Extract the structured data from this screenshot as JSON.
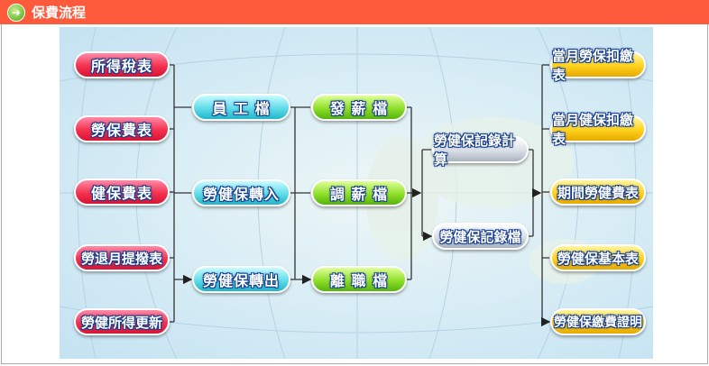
{
  "header": {
    "title": "保費流程",
    "icon": "arrow-right-circle-icon"
  },
  "col1": [
    "所得稅表",
    "勞保費表",
    "健保費表",
    "勞退月提撥表",
    "勞健所得更新"
  ],
  "col2": [
    "員 工 檔",
    "勞健保轉入",
    "勞健保轉出"
  ],
  "col3": [
    "發 薪 檔",
    "調 薪 檔",
    "離 職 檔"
  ],
  "col4": [
    "勞健保記錄計算",
    "勞健保記錄檔"
  ],
  "col5": [
    "當月勞保扣繳表",
    "當月健保扣繳表",
    "期間勞健費表",
    "勞健保基本表",
    "勞健保繳費證明"
  ]
}
